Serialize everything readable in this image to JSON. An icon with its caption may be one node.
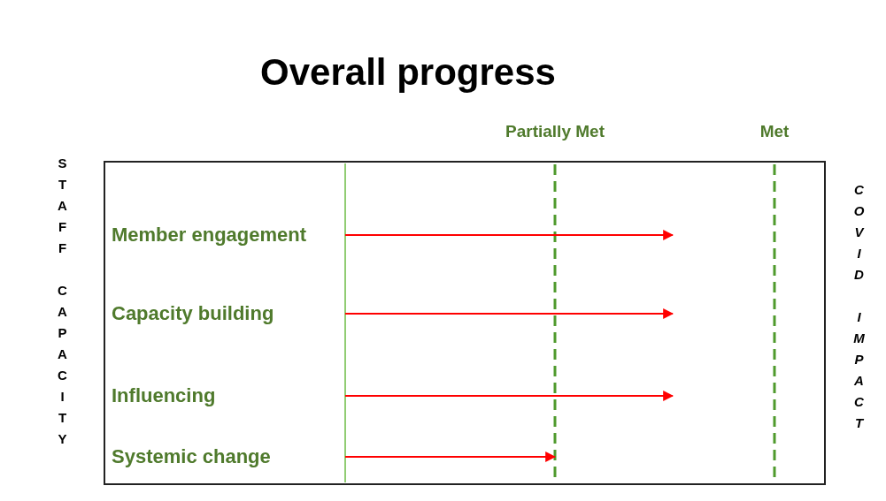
{
  "diagram": {
    "title": "Overall progress",
    "nodes": [
      {
        "text": [
          "Member engagement"
        ]
      },
      {
        "text": [
          "Capacity building"
        ]
      },
      {
        "text": [
          "Influencing"
        ]
      },
      {
        "text": [
          "Systemic change"
        ]
      },
      {
        "text": [
          "Partially Met"
        ]
      },
      {
        "text": [
          "Met"
        ]
      },
      {
        "text": [],
        "shape": "bar"
      }
    ],
    "edges": [
      {
        "from": 6,
        "to": null,
        "arrow": "to",
        "color": "#ff0000"
      },
      {
        "from": 6,
        "to": null,
        "arrow": "to",
        "color": "#ff0000"
      },
      {
        "from": 6,
        "to": null,
        "arrow": "to",
        "color": "#ff0000"
      },
      {
        "from": 6,
        "to": null,
        "arrow": "to",
        "color": "#ff0000"
      }
    ],
    "labels": [
      "STAFF CAPACITY",
      "COVID IMPACT"
    ]
  }
}
